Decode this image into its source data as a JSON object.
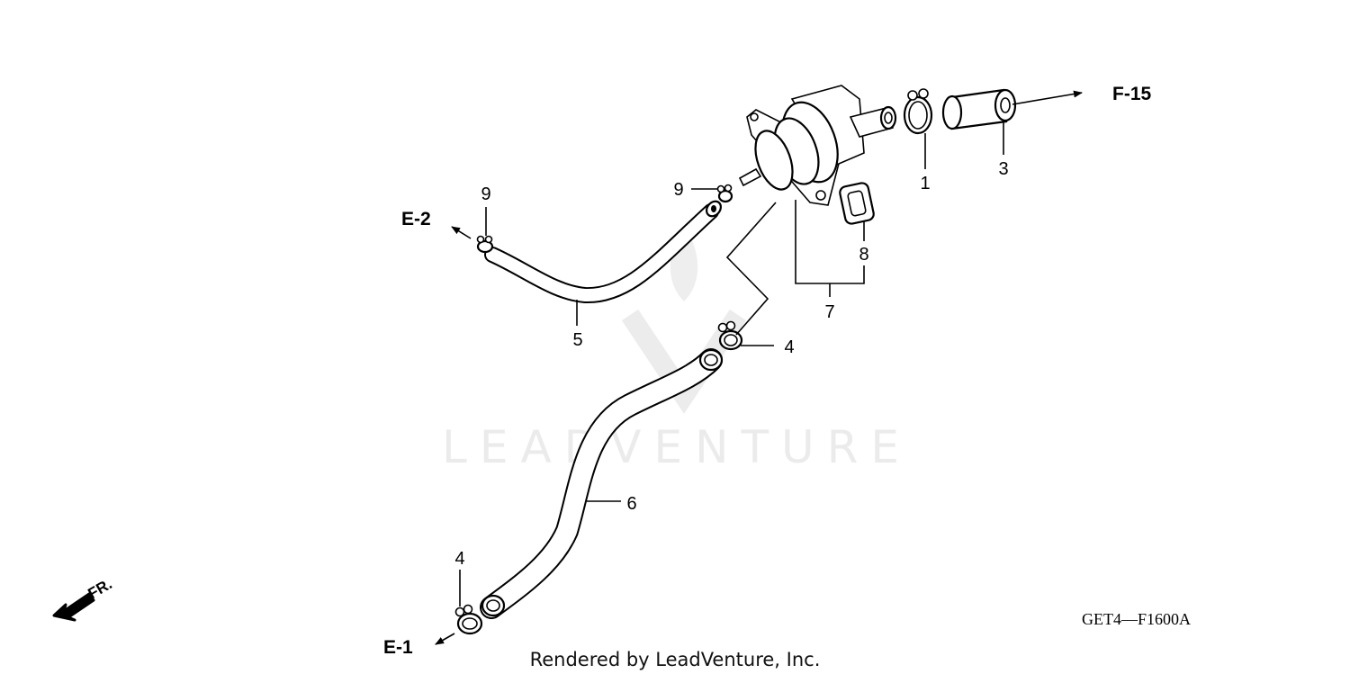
{
  "diagram": {
    "watermark": "LEADVENTURE",
    "credit": "Rendered by LeadVenture, Inc.",
    "diagram_code": "GET4—F1600A",
    "front_indicator": "FR.",
    "callouts": {
      "c1": "1",
      "c3": "3",
      "c4_upper": "4",
      "c4_lower": "4",
      "c5": "5",
      "c6": "6",
      "c7": "7",
      "c8": "8",
      "c9_left": "9",
      "c9_mid": "9"
    },
    "references": {
      "f15": "F-15",
      "e2": "E-2",
      "e1": "E-1"
    }
  }
}
